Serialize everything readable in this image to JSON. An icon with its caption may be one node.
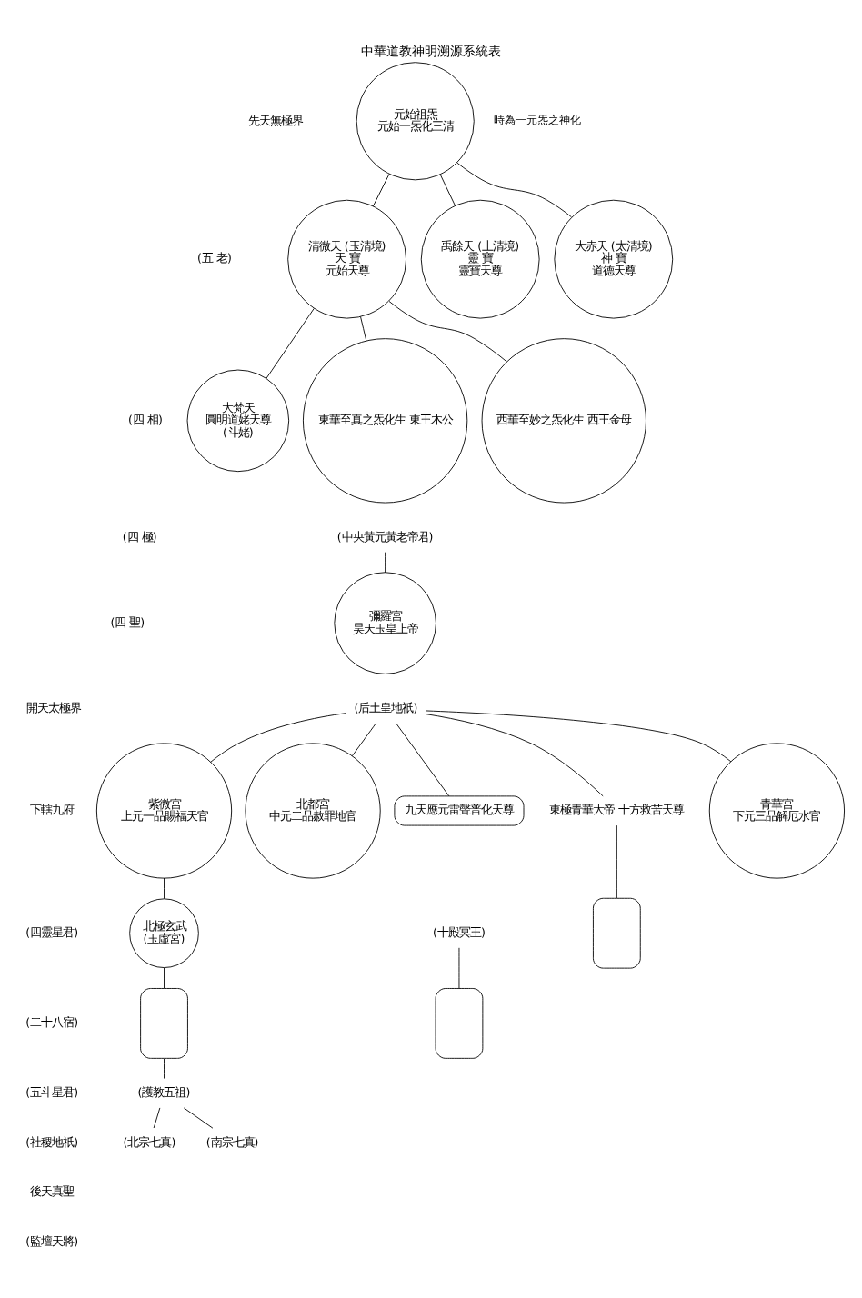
{
  "diagram": {
    "title": "中華道教神明溯源系統表",
    "nodes": [
      {
        "text": [
          "元始祖炁",
          "元始一炁化三清"
        ],
        "beside": [
          "時為一元炁之神化"
        ]
      },
      {
        "text": [
          "大赤天 (太清境)",
          "神 寶",
          "道德天尊"
        ]
      },
      {
        "text": [
          "清微天 (玉清境)",
          "天 寶",
          "元始天尊"
        ]
      },
      {
        "text": [
          "禹餘天 (上清境)",
          "靈 寶",
          "靈寶天尊"
        ]
      },
      {
        "text": [
          "西華至妙之炁化生 西王金母"
        ]
      },
      {
        "text": [
          "大梵天",
          "圓明道姥天尊",
          "(斗姥)"
        ]
      },
      {
        "text": [
          "東華至真之炁化生 東王木公"
        ]
      },
      {
        "text": [
          "(中央黃元黃老帝君)"
        ]
      },
      {
        "text": [
          "彌羅宮",
          "昊天玉皇上帝"
        ]
      },
      {
        "text": [
          "(后土皇地祇)"
        ]
      },
      {
        "text": [
          "青華宮",
          "下元三品解厄水官"
        ]
      },
      {
        "text": [
          "紫微宮",
          "上元一品賜福天官"
        ]
      },
      {
        "text": [
          "北都宮",
          "中元二品赦罪地官"
        ]
      },
      {
        "text": [
          "九天應元雷聲普化天尊"
        ]
      },
      {
        "text": [
          "北極玄武",
          "(玉虛宮)"
        ]
      },
      {
        "text": [],
        "shape": "box"
      },
      {
        "text": [
          "(護教五祖)"
        ]
      },
      {
        "text": [
          "(南宗七真)"
        ]
      },
      {
        "text": [
          "(北宗七真)"
        ]
      },
      {
        "text": [
          "東極青華大帝 十方救苦天尊"
        ]
      },
      {
        "text": [],
        "shape": "box"
      },
      {
        "text": [
          "(十殿冥王)"
        ]
      },
      {
        "text": [],
        "shape": "box"
      }
    ],
    "edges": [
      {
        "from": 0,
        "to": 1,
        "arrow": "none"
      },
      {
        "from": 0,
        "to": 2,
        "arrow": "none"
      },
      {
        "from": 0,
        "to": 3,
        "arrow": "none"
      },
      {
        "from": 2,
        "to": 4,
        "arrow": "none"
      },
      {
        "from": 2,
        "to": 5,
        "arrow": "none"
      },
      {
        "from": 2,
        "to": 6,
        "arrow": "none"
      },
      {
        "from": 7,
        "to": 8,
        "arrow": "none"
      },
      {
        "from": 9,
        "to": 13,
        "arrow": "none"
      },
      {
        "from": 9,
        "to": 10,
        "arrow": "none"
      },
      {
        "from": 9,
        "to": 11,
        "arrow": "none"
      },
      {
        "from": 9,
        "to": 12,
        "arrow": "none"
      },
      {
        "from": 9,
        "to": 19,
        "arrow": "none"
      },
      {
        "from": 11,
        "to": 14,
        "arrow": "none"
      },
      {
        "from": 14,
        "to": 15,
        "arrow": "none"
      },
      {
        "from": 15,
        "to": 16,
        "arrow": "none"
      },
      {
        "from": 16,
        "to": 17,
        "arrow": "none"
      },
      {
        "from": 16,
        "to": 18,
        "arrow": "none"
      },
      {
        "from": 19,
        "to": 20,
        "arrow": "none"
      },
      {
        "from": 21,
        "to": 22,
        "arrow": "none"
      }
    ],
    "labels": [
      "先天無極界",
      "(五 老)",
      "(四 相)",
      "(四 極)",
      "(四 聖)",
      "開天太極界",
      "下轄九府",
      "(四靈星君)",
      "(二十八宿)",
      "(五斗星君)",
      "(社稷地祇)",
      "後天真聖",
      "(監壇天將)"
    ]
  }
}
